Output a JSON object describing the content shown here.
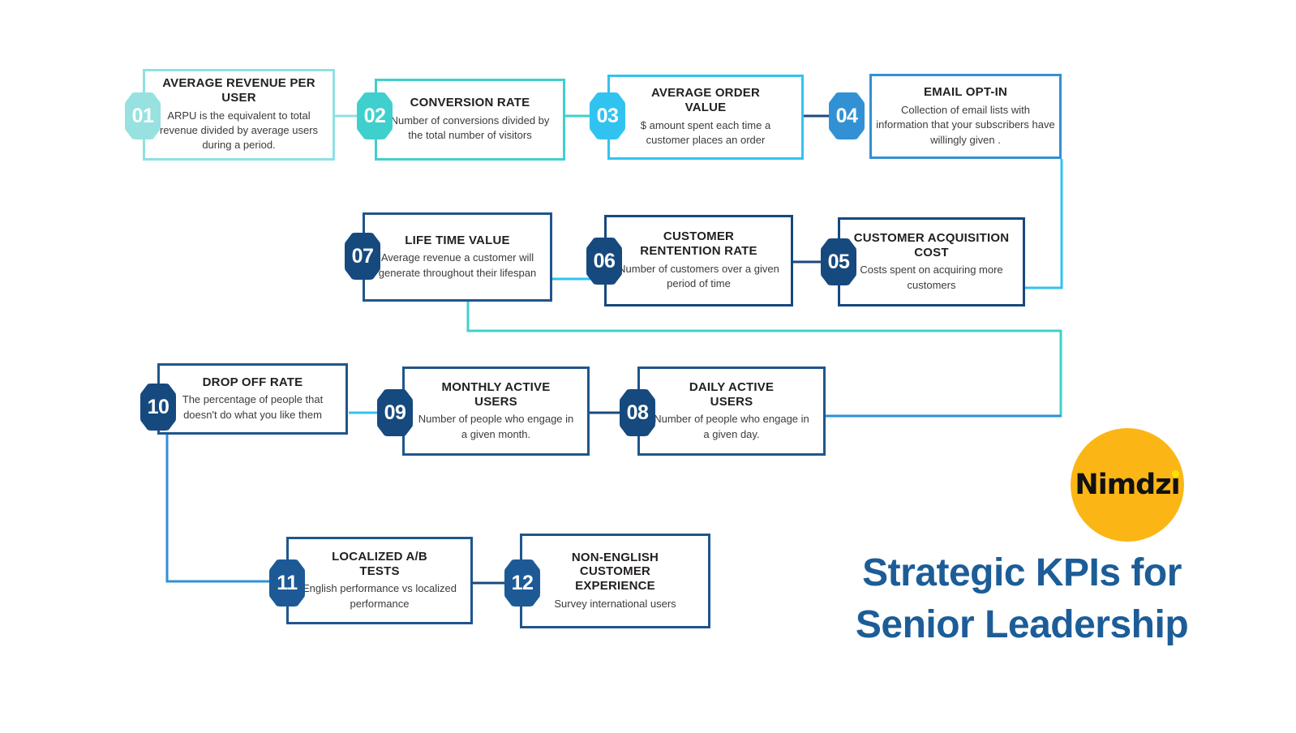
{
  "diagram": {
    "title": "Strategic KPIs for Senior Leadership",
    "title_line1": "Strategic KPIs for",
    "title_line2": "Senior Leadership",
    "brand": "Nimdzi",
    "brand_circle_color": "#fbb615",
    "brand_dot_color": "#f5e400",
    "title_color": "#1c5d98",
    "background": "#ffffff",
    "nodes": [
      {
        "number": "01",
        "title": "AVERAGE REVENUE PER USER",
        "description": "ARPU is the equivalent to total revenue divided by average users during a period.",
        "accent": "#97e2e0",
        "badge_color": "#97e2e0",
        "border_color": "#8fe0e2"
      },
      {
        "number": "02",
        "title": "CONVERSION RATE",
        "description": "Number of conversions divided by the total number of visitors",
        "accent": "#3fd0cd",
        "badge_color": "#3fd0cd",
        "border_color": "#3fd0cd"
      },
      {
        "number": "03",
        "title": "AVERAGE ORDER VALUE",
        "description": "$ amount spent each time a customer places an order",
        "accent": "#31c3f0",
        "badge_color": "#31c3f0",
        "border_color": "#31c3f0"
      },
      {
        "number": "04",
        "title": "EMAIL OPT-IN",
        "description": "Collection of email lists with information that your subscribers have willingly given .",
        "accent": "#3191d4",
        "badge_color": "#3191d4",
        "border_color": "#3191d4"
      },
      {
        "number": "05",
        "title": "CUSTOMER ACQUISITION COST",
        "description": "Costs spent on acquiring more customers",
        "accent": "#16497e",
        "badge_color": "#16497e",
        "border_color": "#16497e"
      },
      {
        "number": "06",
        "title": "CUSTOMER RENTENTION RATE",
        "description": "Number of customers  over a given period of time",
        "accent": "#16497e",
        "badge_color": "#16497e",
        "border_color": "#16497e"
      },
      {
        "number": "07",
        "title": "LIFE TIME VALUE",
        "description": "Average revenue  a customer will generate throughout their lifespan",
        "accent": "#16497e",
        "badge_color": "#16497e",
        "border_color": "#1f568c"
      },
      {
        "number": "08",
        "title": "DAILY ACTIVE USERS",
        "description": "Number of people who engage in a given day.",
        "accent": "#16497e",
        "badge_color": "#16497e",
        "border_color": "#1f568c"
      },
      {
        "number": "09",
        "title": "MONTHLY ACTIVE USERS",
        "description": "Number of people who engage in a given month.",
        "accent": "#16497e",
        "badge_color": "#16497e",
        "border_color": "#1f568c"
      },
      {
        "number": "10",
        "title": "DROP OFF RATE",
        "description": "The percentage of people that doesn't do what you like them",
        "accent": "#16497e",
        "badge_color": "#16497e",
        "border_color": "#1f568c"
      },
      {
        "number": "11",
        "title": "LOCALIZED A/B TESTS",
        "description": "English performance vs localized performance",
        "accent": "#1d5a95",
        "badge_color": "#1d5a95",
        "border_color": "#1f568c"
      },
      {
        "number": "12",
        "title": "NON-ENGLISH CUSTOMER EXPERIENCE",
        "description": "Survey international users",
        "accent": "#1d5a95",
        "badge_color": "#1d5a95",
        "border_color": "#1f568c"
      }
    ],
    "flow_order": [
      "01",
      "02",
      "03",
      "04",
      "05",
      "06",
      "07",
      "08",
      "09",
      "10",
      "11",
      "12"
    ]
  }
}
